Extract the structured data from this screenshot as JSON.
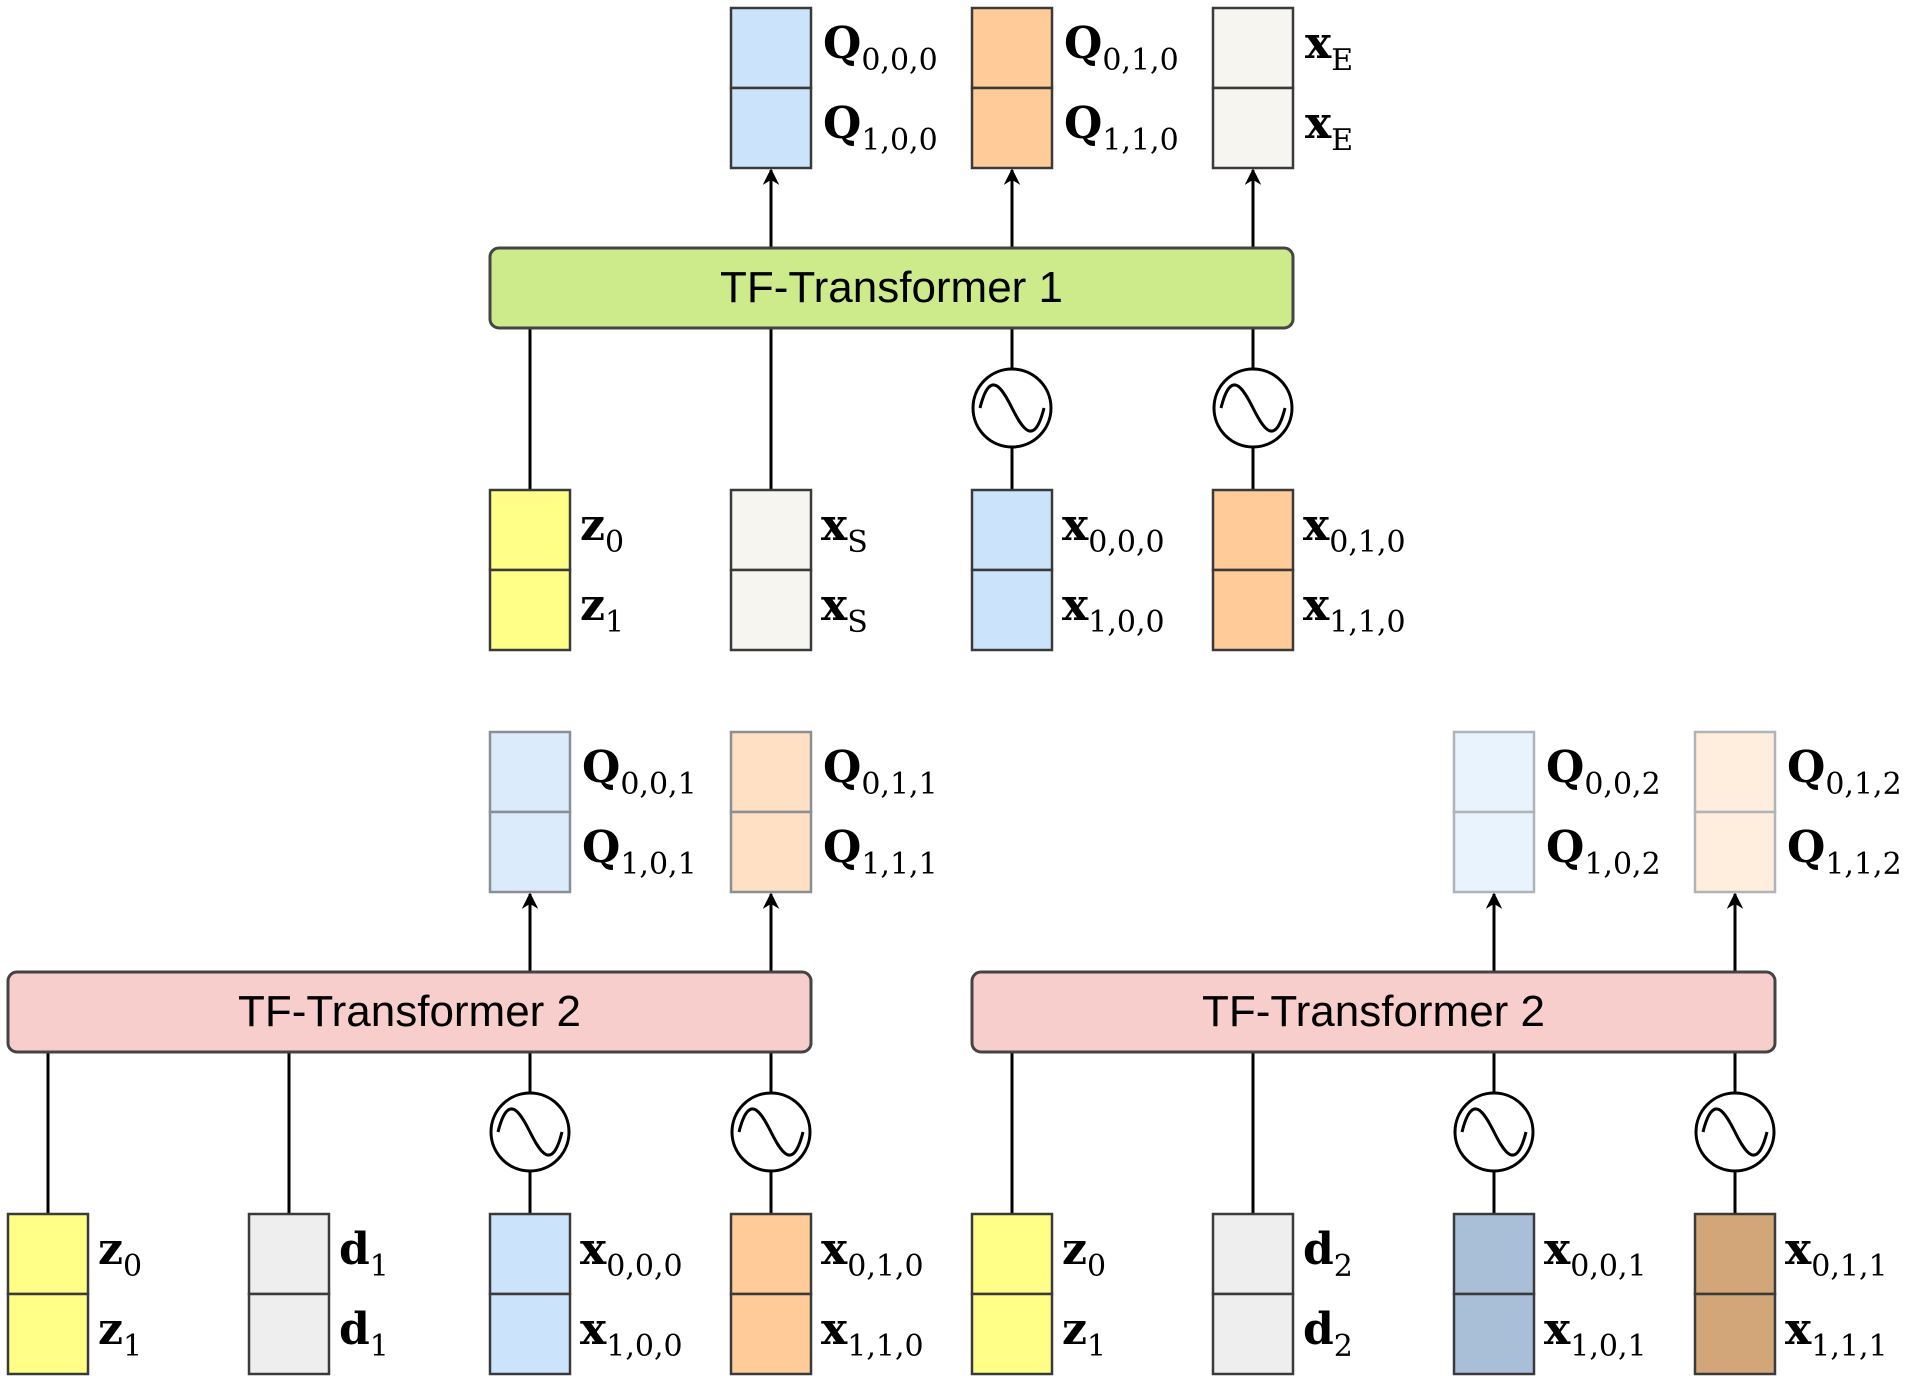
{
  "colors": {
    "blue": "#cce4fb",
    "orange": "#ffcc99",
    "start_token": "#f7f5ef",
    "yellow": "#ffff88",
    "gray": "#eeeeee",
    "green": "#cdeb8b",
    "pink": "#f8cecc",
    "blue_light": "#dcebfb",
    "orange_light": "#ffe0c4",
    "blue_lighter": "#e9f3fd",
    "orange_lighter": "#ffeedd",
    "blue_dark": "#a9bfd7",
    "orange_dark": "#d2a679"
  },
  "icons": {
    "positional_encoding": "sine-wave-icon"
  },
  "transformers": {
    "tf1": "TF-Transformer 1",
    "tf2_left": "TF-Transformer 2",
    "tf2_right": "TF-Transformer 2"
  },
  "labels": {
    "top_out": {
      "q000": {
        "base": "Q",
        "sub": "0,0,0"
      },
      "q100": {
        "base": "Q",
        "sub": "1,0,0"
      },
      "q010": {
        "base": "Q",
        "sub": "0,1,0"
      },
      "q110": {
        "base": "Q",
        "sub": "1,1,0"
      },
      "xe0": {
        "base": "x",
        "sub": "E"
      },
      "xe1": {
        "base": "x",
        "sub": "E"
      }
    },
    "top_in": {
      "z0": {
        "base": "z",
        "sub": "0"
      },
      "z1": {
        "base": "z",
        "sub": "1"
      },
      "xs0": {
        "base": "x",
        "sub": "S"
      },
      "xs1": {
        "base": "x",
        "sub": "S"
      },
      "x000": {
        "base": "x",
        "sub": "0,0,0"
      },
      "x100": {
        "base": "x",
        "sub": "1,0,0"
      },
      "x010": {
        "base": "x",
        "sub": "0,1,0"
      },
      "x110": {
        "base": "x",
        "sub": "1,1,0"
      }
    },
    "left_out": {
      "q001": {
        "base": "Q",
        "sub": "0,0,1"
      },
      "q101": {
        "base": "Q",
        "sub": "1,0,1"
      },
      "q011": {
        "base": "Q",
        "sub": "0,1,1"
      },
      "q111": {
        "base": "Q",
        "sub": "1,1,1"
      }
    },
    "left_in": {
      "z0": {
        "base": "z",
        "sub": "0"
      },
      "z1": {
        "base": "z",
        "sub": "1"
      },
      "d1a": {
        "base": "d",
        "sub": "1"
      },
      "d1b": {
        "base": "d",
        "sub": "1"
      },
      "x000": {
        "base": "x",
        "sub": "0,0,0"
      },
      "x100": {
        "base": "x",
        "sub": "1,0,0"
      },
      "x010": {
        "base": "x",
        "sub": "0,1,0"
      },
      "x110": {
        "base": "x",
        "sub": "1,1,0"
      }
    },
    "right_out": {
      "q002": {
        "base": "Q",
        "sub": "0,0,2"
      },
      "q102": {
        "base": "Q",
        "sub": "1,0,2"
      },
      "q012": {
        "base": "Q",
        "sub": "0,1,2"
      },
      "q112": {
        "base": "Q",
        "sub": "1,1,2"
      }
    },
    "right_in": {
      "z0": {
        "base": "z",
        "sub": "0"
      },
      "z1": {
        "base": "z",
        "sub": "1"
      },
      "d2a": {
        "base": "d",
        "sub": "2"
      },
      "d2b": {
        "base": "d",
        "sub": "2"
      },
      "x001": {
        "base": "x",
        "sub": "0,0,1"
      },
      "x101": {
        "base": "x",
        "sub": "1,0,1"
      },
      "x011": {
        "base": "x",
        "sub": "0,1,1"
      },
      "x111": {
        "base": "x",
        "sub": "1,1,1"
      }
    }
  }
}
